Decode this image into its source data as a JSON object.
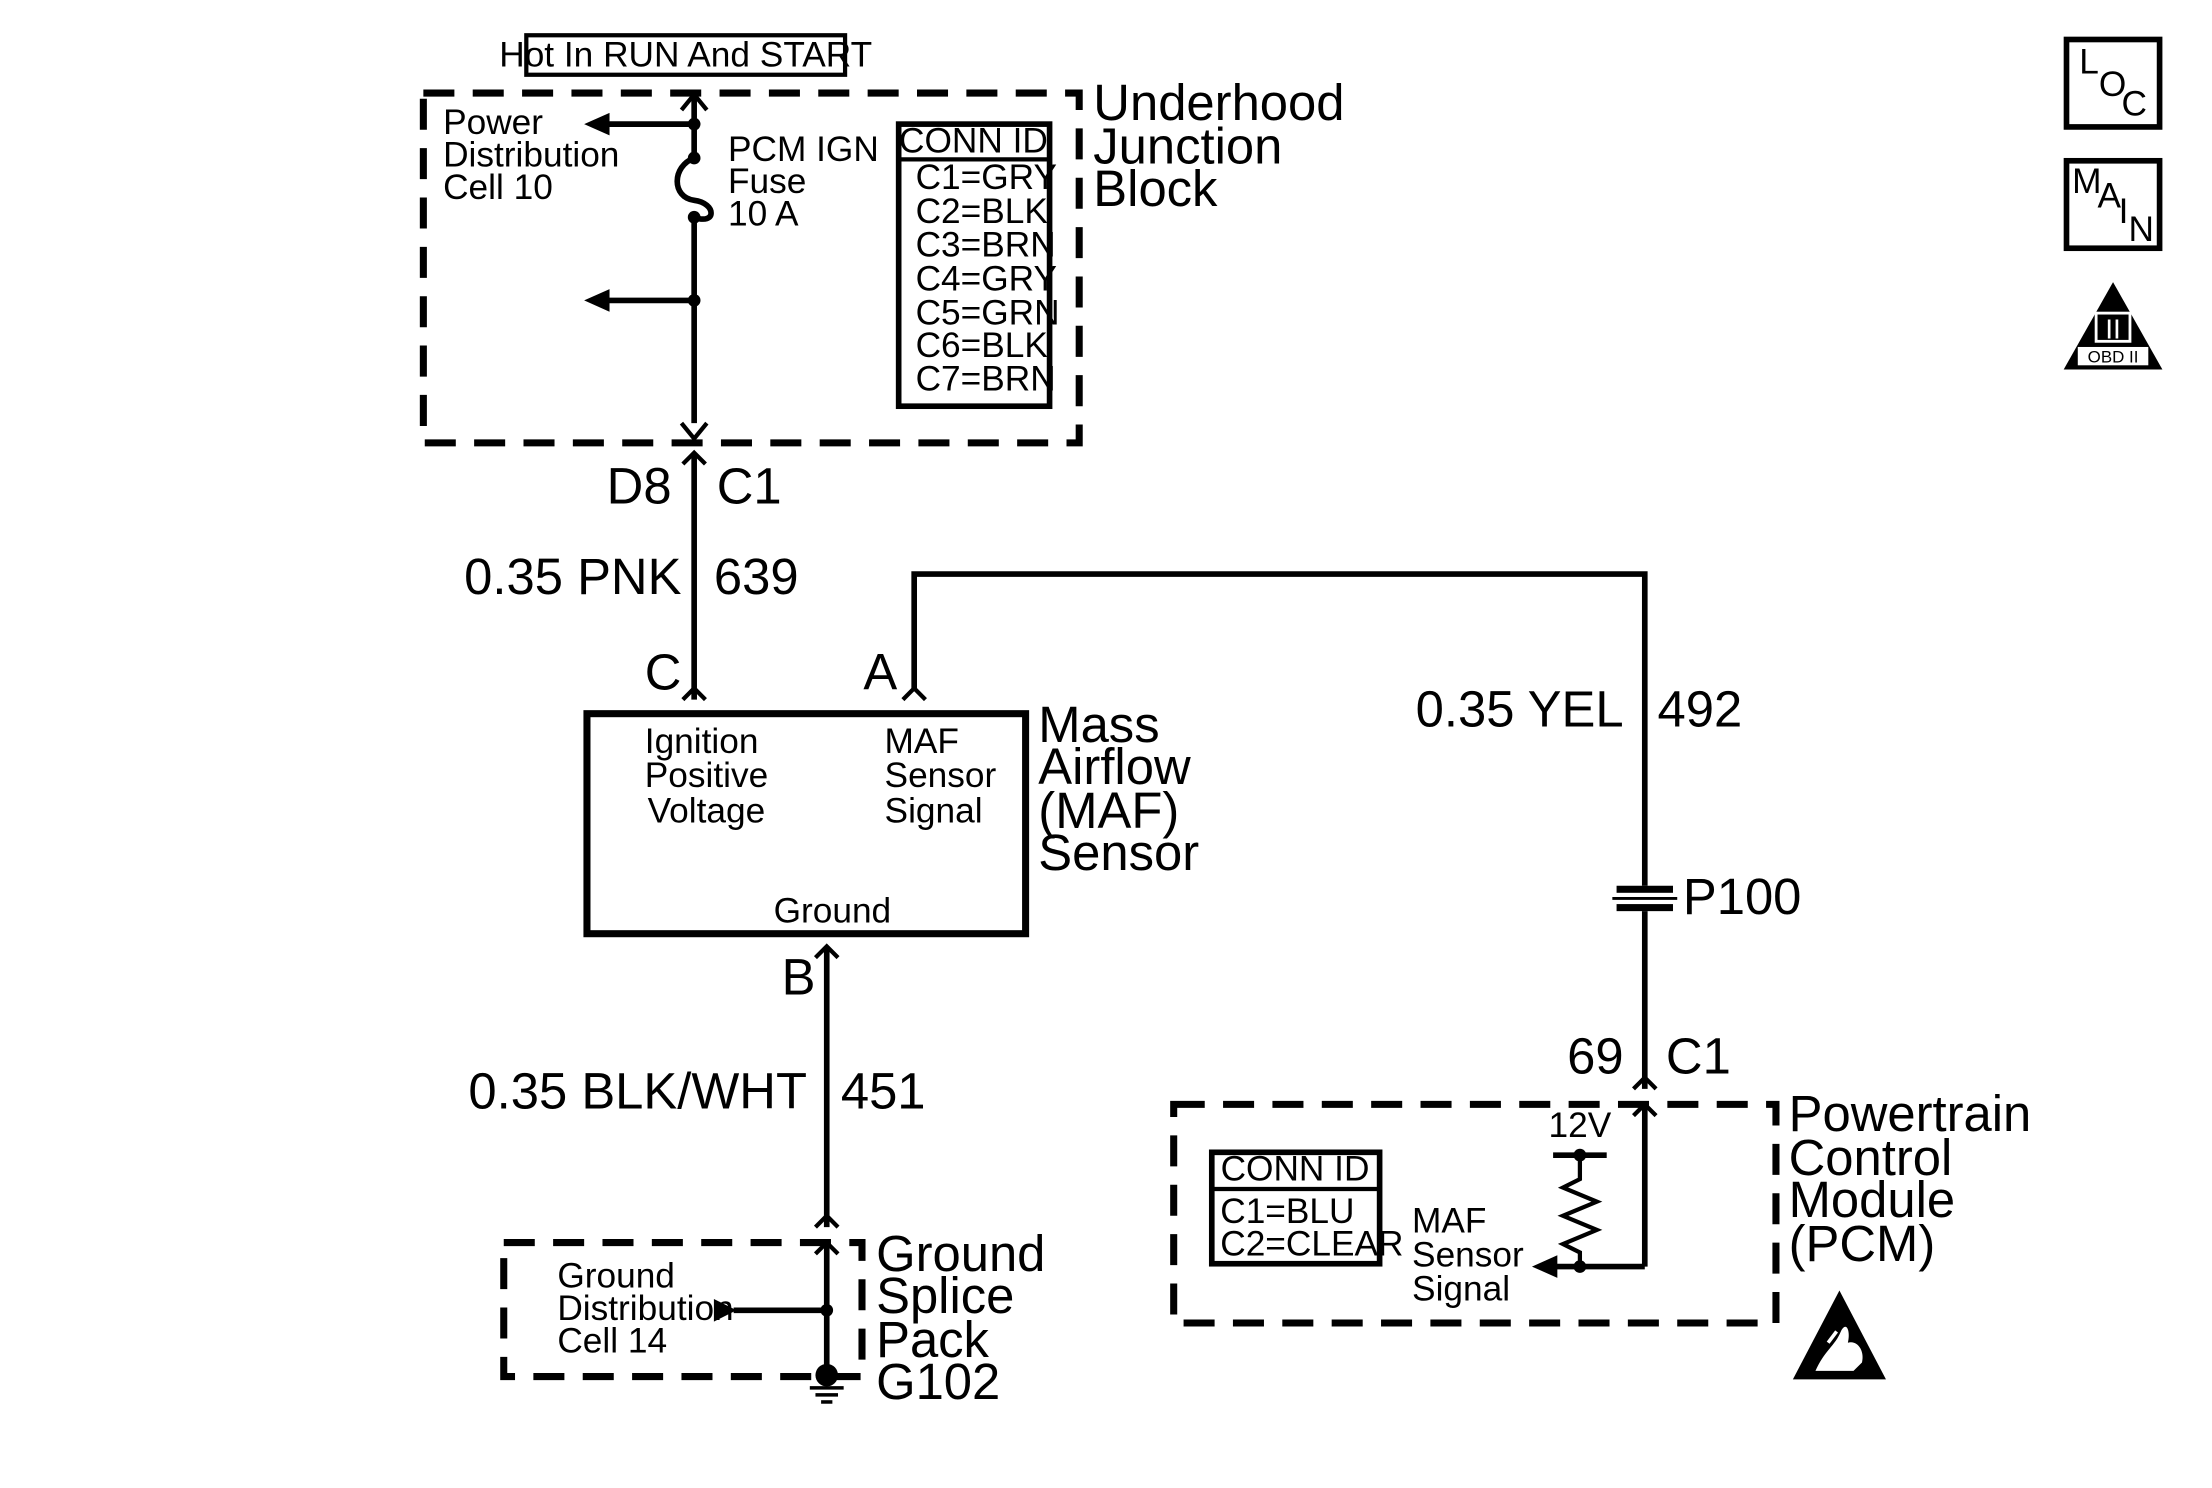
{
  "hot_label": "Hot In RUN And START",
  "underhood_block": {
    "title_lines": [
      "Underhood",
      "Junction",
      "Block"
    ],
    "power_dist_lines": [
      "Power",
      "Distribution",
      "Cell 10"
    ],
    "fuse_lines": [
      "PCM IGN",
      "Fuse",
      "10 A"
    ],
    "conn_id": {
      "header": "CONN ID",
      "items": [
        "C1=GRY",
        "C2=BLK",
        "C3=BRN",
        "C4=GRY",
        "C5=GRN",
        "C6=BLK",
        "C7=BRN"
      ]
    },
    "pin_left": "D8",
    "pin_right": "C1"
  },
  "wire_639": {
    "size_color": "0.35 PNK",
    "circuit": "639"
  },
  "maf_sensor": {
    "pin_c": "C",
    "pin_a": "A",
    "pin_b": "B",
    "ign_lines": [
      "Ignition",
      "Positive",
      "Voltage"
    ],
    "sig_lines": [
      "MAF",
      "Sensor",
      "Signal"
    ],
    "ground": "Ground",
    "title_lines": [
      "Mass",
      "Airflow",
      "(MAF)",
      "Sensor"
    ]
  },
  "wire_492": {
    "size_color": "0.35 YEL",
    "circuit": "492"
  },
  "p100": "P100",
  "pcm_conn": {
    "left": "69",
    "right": "C1"
  },
  "wire_451": {
    "size_color": "0.35 BLK/WHT",
    "circuit": "451"
  },
  "pcm": {
    "title_lines": [
      "Powertrain",
      "Control",
      "Module",
      "(PCM)"
    ],
    "conn_id": {
      "header": "CONN ID",
      "items": [
        "C1=BLU",
        "C2=CLEAR"
      ]
    },
    "voltage": "12V",
    "sig_lines": [
      "MAF",
      "Sensor",
      "Signal"
    ]
  },
  "ground_splice": {
    "title_lines": [
      "Ground",
      "Splice",
      "Pack",
      "G102"
    ],
    "dist_lines": [
      "Ground",
      "Distribution",
      "Cell 14"
    ]
  },
  "side_icons": {
    "loc": [
      "L",
      "O",
      "C"
    ],
    "main": [
      "M",
      "A",
      "I",
      "N"
    ],
    "obd_numeral": "II",
    "obd_label": "OBD II"
  }
}
